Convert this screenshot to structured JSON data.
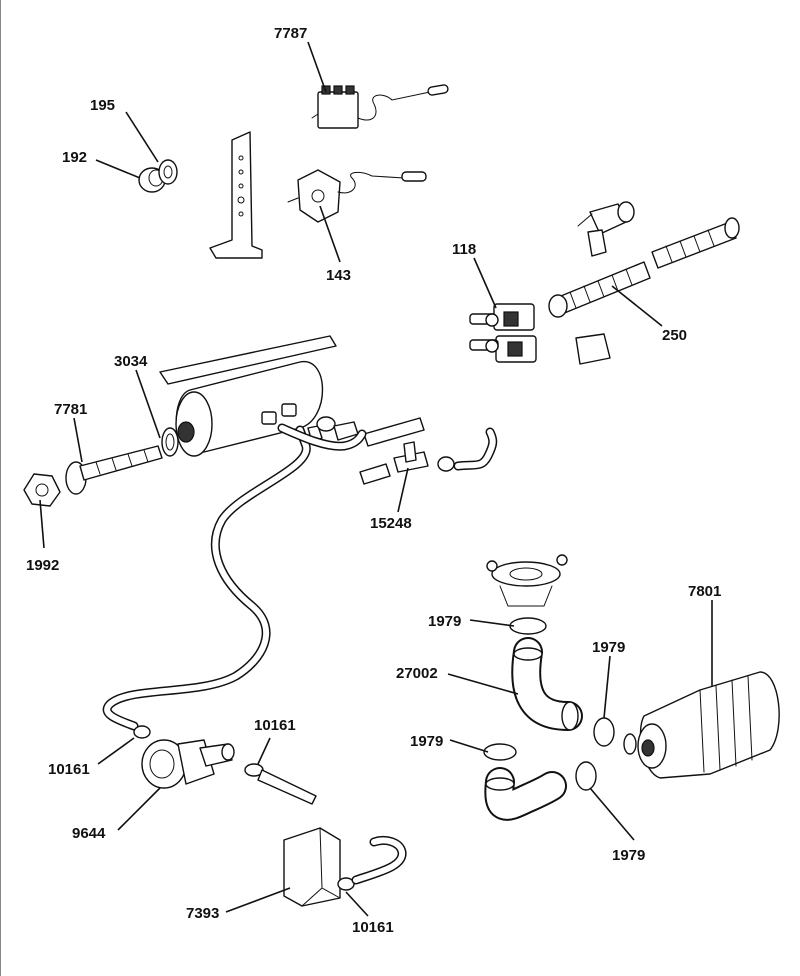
{
  "labels": {
    "l7787": "7787",
    "l195": "195",
    "l192": "192",
    "l143": "143",
    "l118": "118",
    "l250": "250",
    "l3034": "3034",
    "l7781": "7781",
    "l1992": "1992",
    "l15248": "15248",
    "l7801": "7801",
    "l1979a": "1979",
    "l27002": "27002",
    "l1979b": "1979",
    "l1979c": "1979",
    "l1979d": "1979",
    "l10161a": "10161",
    "l10161b": "10161",
    "l9644": "9644",
    "l7393": "7393",
    "l10161c": "10161"
  }
}
